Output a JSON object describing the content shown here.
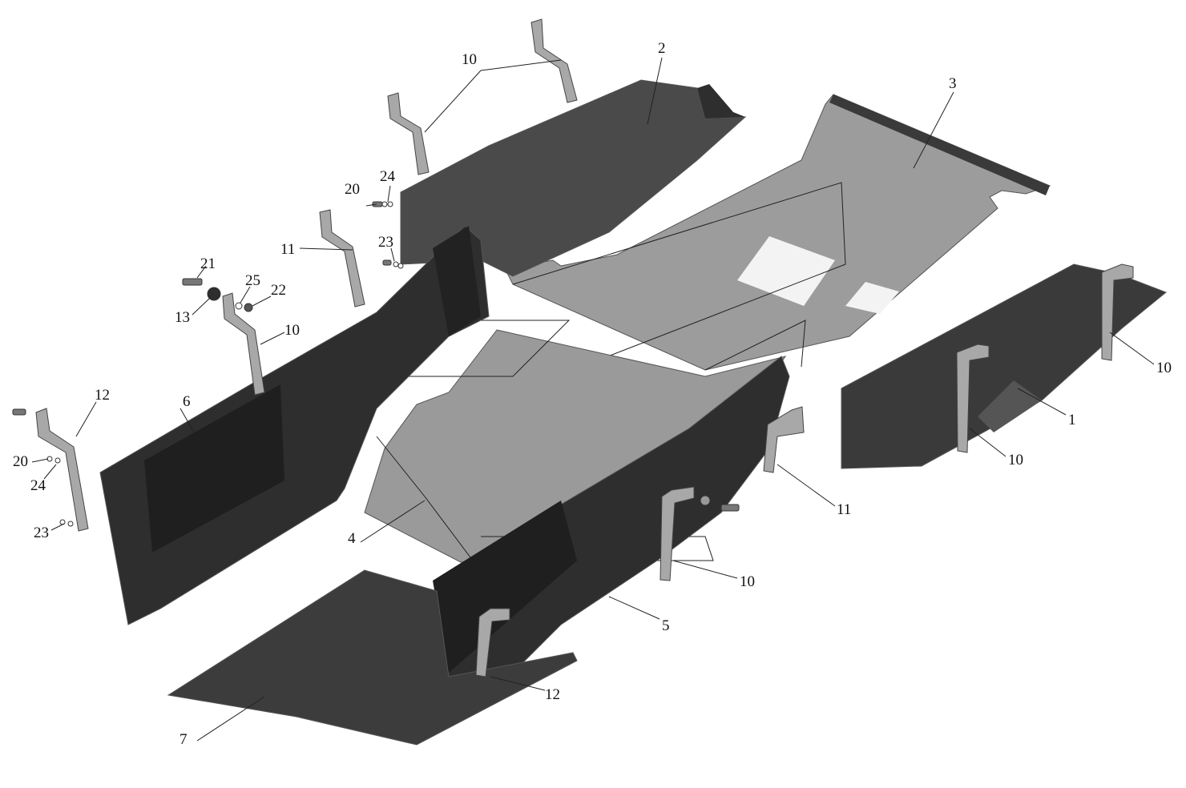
{
  "diagram": {
    "colors": {
      "background": "#ffffff",
      "panel_dark": "#2e2e2e",
      "panel_mid": "#4a4a4a",
      "panel_light": "#9c9c9c",
      "bracket": "#a8a8a8",
      "text": "#111111"
    },
    "callouts": {
      "c1": "1",
      "c2": "2",
      "c3": "3",
      "c4": "4",
      "c5": "5",
      "c6": "6",
      "c7": "7",
      "c10a": "10",
      "c10b": "10",
      "c10c": "10",
      "c10d": "10",
      "c10e": "10",
      "c11a": "11",
      "c11b": "11",
      "c12a": "12",
      "c12b": "12",
      "c13": "13",
      "c20a": "20",
      "c20b": "20",
      "c21": "21",
      "c22": "22",
      "c23a": "23",
      "c23b": "23",
      "c24a": "24",
      "c24b": "24",
      "c25": "25"
    }
  }
}
